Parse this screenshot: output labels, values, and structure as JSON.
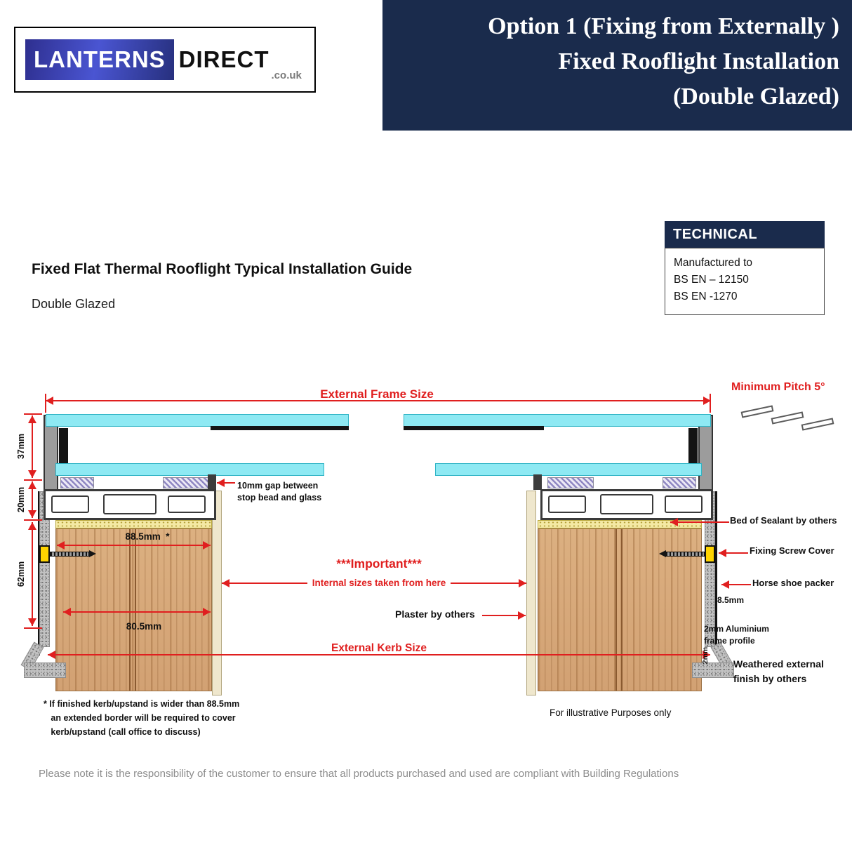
{
  "colors": {
    "navy": "#1a2b4c",
    "red": "#e01f1f",
    "glass_cyan": "#8ee9f3",
    "wood_tan": "#d8a976",
    "sealant_yellow": "#f4e9a4",
    "screw_cover_yellow": "#ffd400"
  },
  "header": {
    "logo": {
      "part1": "LANTERNS",
      "part2": "DIRECT",
      "suffix": ".co.uk"
    },
    "banner_lines": [
      "Option 1 (Fixing from Externally )",
      "Fixed Rooflight Installation",
      "(Double Glazed)"
    ]
  },
  "technical": {
    "title": "TECHNICAL",
    "lines": [
      "Manufactured to",
      "BS EN – 12150",
      "BS EN -1270"
    ]
  },
  "guide": {
    "title": "Fixed Flat Thermal Rooflight Typical Installation Guide",
    "subtitle": "Double Glazed"
  },
  "diagram": {
    "external_frame_size": "External Frame Size",
    "minimum_pitch": "Minimum Pitch 5°",
    "dim_37mm": "37mm",
    "dim_20mm": "20mm",
    "dim_62mm": "62mm",
    "dim_885mm": "88.5mm  *",
    "dim_805mm": "80.5mm",
    "dim_85mm": "8.5mm",
    "dim_2mm": "2mm",
    "gap_note": "10mm gap between\nstop bead and glass",
    "important": "***Important***",
    "internal_sizes": "Internal sizes taken from here",
    "external_kerb_size": "External Kerb Size",
    "plaster": "Plaster by others",
    "bed_of_sealant": "Bed of Sealant by others",
    "fixing_screw_cover": "Fixing Screw Cover",
    "horse_shoe_packer": "Horse shoe packer",
    "aluminium_profile": "2mm Aluminium\nframe profile",
    "weathered_finish": "Weathered external\nfinish by others",
    "footnote": "* If finished kerb/upstand is wider than 88.5mm\n   an extended border will be required to cover\n   kerb/upstand (call office to discuss)",
    "illustrative": "For illustrative Purposes only"
  },
  "footer": {
    "note": "Please note it is the responsibility of the customer to ensure that all products purchased and used are compliant with Building Regulations"
  }
}
